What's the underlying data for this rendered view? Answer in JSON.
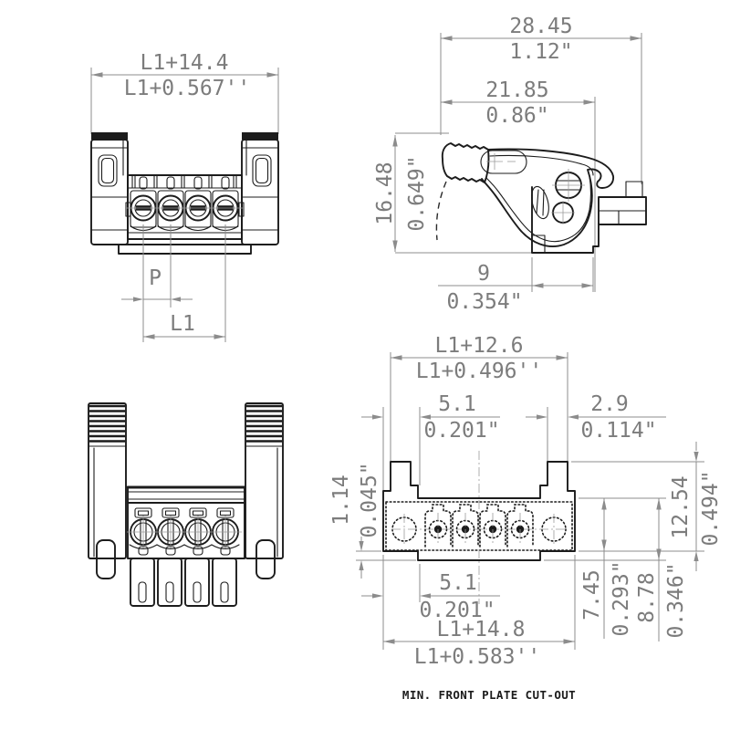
{
  "caption": "MIN. FRONT PLATE CUT-OUT",
  "colors": {
    "part_line": "#1c1c1c",
    "dimension_line": "#8c8c8c",
    "dimension_text": "#7c7c7c",
    "background": "#ffffff"
  },
  "front_view": {
    "overall_width_mm": "L1+14.4",
    "overall_width_in": "L1+0.567''",
    "pitch_label": "P",
    "length_label": "L1"
  },
  "side_view": {
    "total_width_mm": "28.45",
    "total_width_in": "1.12\"",
    "lever_width_mm": "21.85",
    "lever_width_in": "0.86\"",
    "height_mm": "16.48",
    "height_in": "0.649\"",
    "depth_mm": "9",
    "depth_in": "0.354\""
  },
  "cutout_view": {
    "inner_width_mm": "L1+12.6",
    "inner_width_in": "L1+0.496''",
    "tab_inset_mm": "5.1",
    "tab_inset_in": "0.201\"",
    "tab_width_mm": "2.9",
    "tab_width_in": "0.114\"",
    "edge_gap_mm": "1.14",
    "edge_gap_in": "0.045\"",
    "body_height_mm": "7.45",
    "body_height_in": "0.293\"",
    "slot_height_mm": "8.78",
    "slot_height_in": "0.346\"",
    "total_height_mm": "12.54",
    "total_height_in": "0.494\"",
    "bottom_inset_mm": "5.1",
    "bottom_inset_in": "0.201\"",
    "outer_width_mm": "L1+14.8",
    "outer_width_in": "L1+0.583''"
  }
}
